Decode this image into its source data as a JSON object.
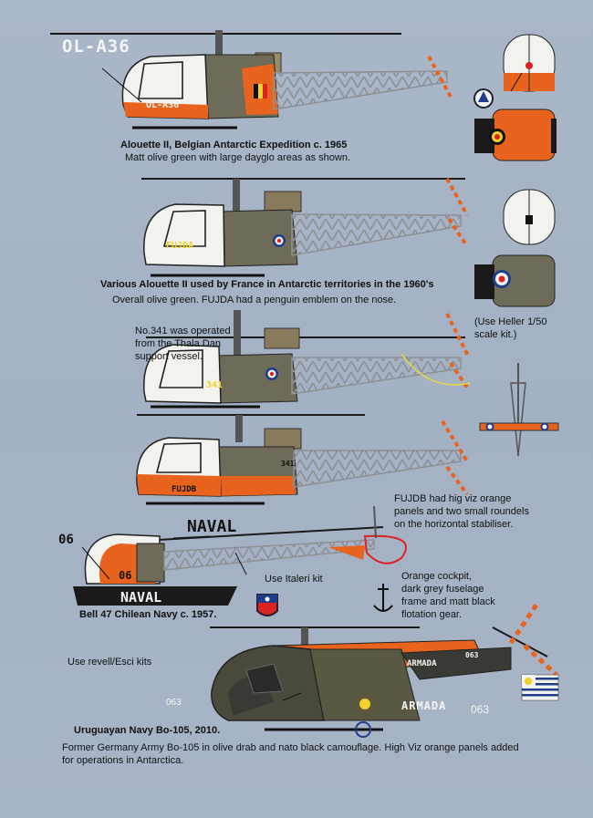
{
  "registrations": {
    "ola36_big": "OL-A36",
    "ola36_small": "OL-A36",
    "fujda": "FUJDA",
    "n341": "341",
    "fujdb": "FUJDB",
    "fujdb_tail": "341",
    "naval_big": "NAVAL",
    "naval_band": "NAVAL",
    "n06_a": "06",
    "n06_b": "06",
    "armada_side": "ARMADA",
    "armada_big": "ARMADA",
    "n063_a": "063",
    "n063_b": "063",
    "n063_c": "063"
  },
  "captions": {
    "alouette_belgian_title": "Alouette II, Belgian Antarctic Expedition c. 1965",
    "alouette_belgian_desc": "Matt olive green with large dayglo areas as shown.",
    "france_title": "Various Alouette II used by France in Antarctic territories in the 1960's",
    "france_desc": "Overall olive green. FUJDA had a penguin emblem on the nose.",
    "n341_line1": "No.341 was operated",
    "n341_line2": "from the Thala Dan",
    "n341_line3": "support vessel.",
    "heller_line1": "(Use Heller 1/50",
    "heller_line2": "scale kit.)",
    "fujdb_line1": "FUJDB had hig viz orange",
    "fujdb_line2": "panels and two small roundels",
    "fujdb_line3": "on the horizontal stabiliser.",
    "italeri": "Use Italeri kit",
    "orange_line1": "Orange cockpit,",
    "orange_line2": "dark grey fuselage",
    "orange_line3": "frame and matt black",
    "orange_line4": "flotation gear.",
    "bell_title": "Bell 47 Chilean Navy c. 1957.",
    "revell": "Use revell/Esci kits",
    "bo105_title": "Uruguayan Navy Bo-105, 2010.",
    "bo105_desc1": "Former Germany Army Bo-105 in olive drab and nato black camouflage. High Viz orange panels added",
    "bo105_desc2": "for operations in Antarctica."
  },
  "colors": {
    "background": "#a8b5c6",
    "olive": "#6e6c58",
    "dayglo_orange": "#e8641e",
    "white": "#f2f2ee",
    "black": "#1a1a1a",
    "frame_grey": "#8e9094",
    "camo_black": "#3a3a34"
  }
}
